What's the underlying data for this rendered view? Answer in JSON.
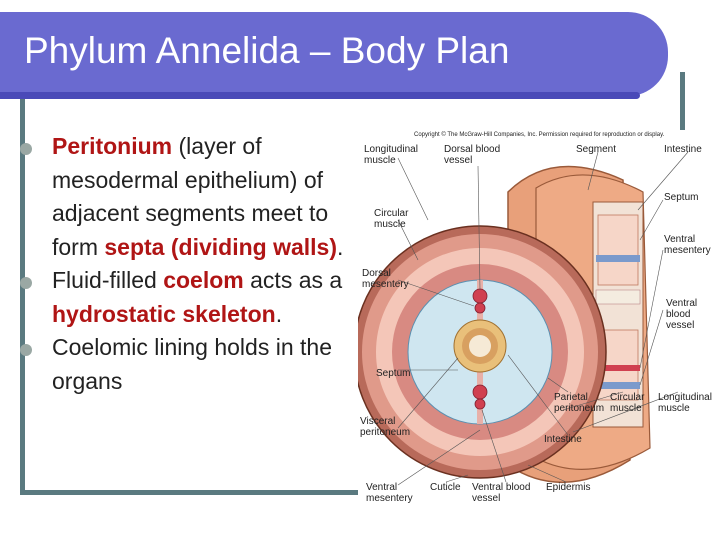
{
  "slide": {
    "title": "Phylum Annelida – Body Plan"
  },
  "bullets": [
    {
      "parts": [
        "Peritonium",
        " (layer of mesodermal epithelium) of adjacent segments meet to form ",
        "septa (dividing walls)",
        "."
      ]
    },
    {
      "parts": [
        "Fluid-filled ",
        "coelom",
        " acts as a ",
        "hydrostatic skeleton",
        "."
      ]
    },
    {
      "parts": [
        "Coelomic lining holds in the organs"
      ]
    }
  ],
  "figure": {
    "copyright": "Copyright © The McGraw-Hill Companies, Inc. Permission required for reproduction or display.",
    "labels": {
      "longitudinal_muscle_top": "Longitudinal muscle",
      "dorsal_blood_vessel": "Dorsal blood vessel",
      "segment": "Segment",
      "intestine_top": "Intestine",
      "circular_muscle_left": "Circular muscle",
      "septum_right": "Septum",
      "dorsal_mesentery": "Dorsal mesentery",
      "ventral_mesentery_right": "Ventral mesentery",
      "ventral_blood_vessel_right": "Ventral blood vessel",
      "septum_left": "Septum",
      "parietal_peritoneum": "Parietal peritoneum",
      "circular_muscle_bottom": "Circular muscle",
      "longitudinal_muscle_bottom": "Longitudinal muscle",
      "visceral_peritoneum": "Visceral peritoneum",
      "intestine_bottom": "Intestine",
      "ventral_mesentery_bottom": "Ventral mesentery",
      "cuticle": "Cuticle",
      "ventral_blood_vessel_bottom": "Ventral blood vessel",
      "epidermis": "Epidermis"
    }
  },
  "colors": {
    "title_bg": "#6a6ad0",
    "highlight": "#b01515",
    "bullet_dot": "#9aa8a4"
  }
}
